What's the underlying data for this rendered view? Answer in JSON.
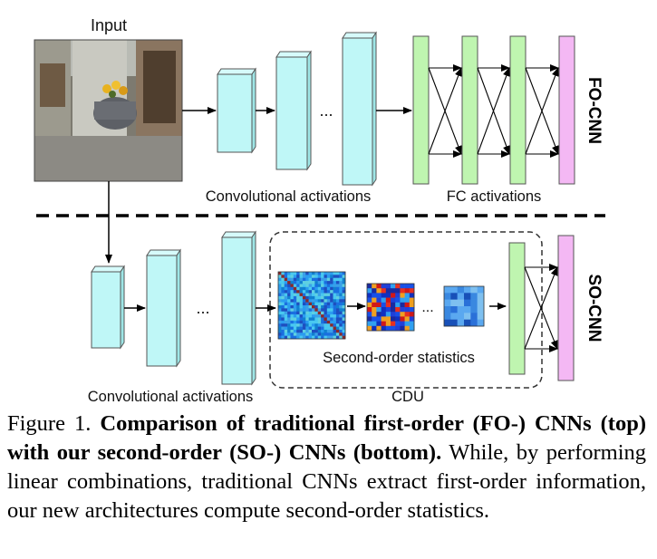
{
  "diagram": {
    "input_label": "Input",
    "fo_label": "FO-CNN",
    "so_label": "SO-CNN",
    "fo_conv_label": "Convolutional activations",
    "fc_label": "FC activations",
    "so_conv_label": "Convolutional activations",
    "second_order_label": "Second-order statistics",
    "cdu_label": "CDU",
    "ellipsis": "...",
    "colors": {
      "conv_block": "#bff7f7",
      "fc_block": "#bff5b0",
      "output_block": "#f4b8f4"
    }
  },
  "caption": {
    "prefix": "Figure 1.",
    "bold": "Comparison of traditional first-order (FO-) CNNs (top) with our second-order (SO-) CNNs (bottom).",
    "body": "While, by performing linear combinations, traditional CNNs extract first-order information, our new architectures compute second-order statistics."
  }
}
